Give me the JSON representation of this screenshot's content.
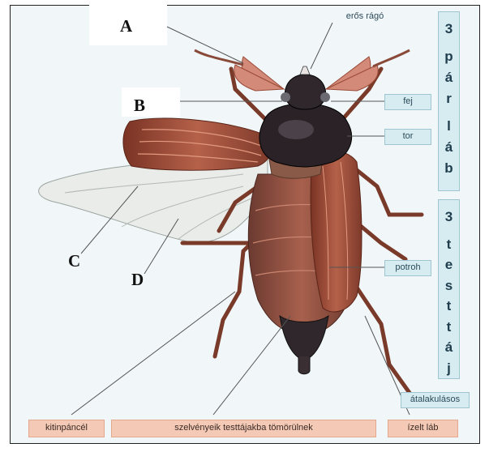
{
  "markers": {
    "a": "A",
    "b": "B",
    "c": "C",
    "d": "D"
  },
  "labels": {
    "eros_rago": "erős rágó",
    "fej": "fej",
    "tor": "tor",
    "potroh": "potroh",
    "atalakulasos": "átalakulásos",
    "kitinpancel": "kitinpáncél",
    "szelvenyeik": "szelvényeik testtájakba tömörülnek",
    "izelt_lab": "ízelt láb"
  },
  "side_column_top": [
    "3",
    "p",
    "á",
    "r",
    "l",
    "á",
    "b"
  ],
  "side_column_bottom": [
    "3",
    "t",
    "e",
    "s",
    "t",
    "t",
    "á",
    "j"
  ],
  "colors": {
    "label_blue": "#d6ecf1",
    "label_pink": "#f4c9b6",
    "wing_brown": "#a8523b",
    "body_dark": "#2a2226"
  }
}
